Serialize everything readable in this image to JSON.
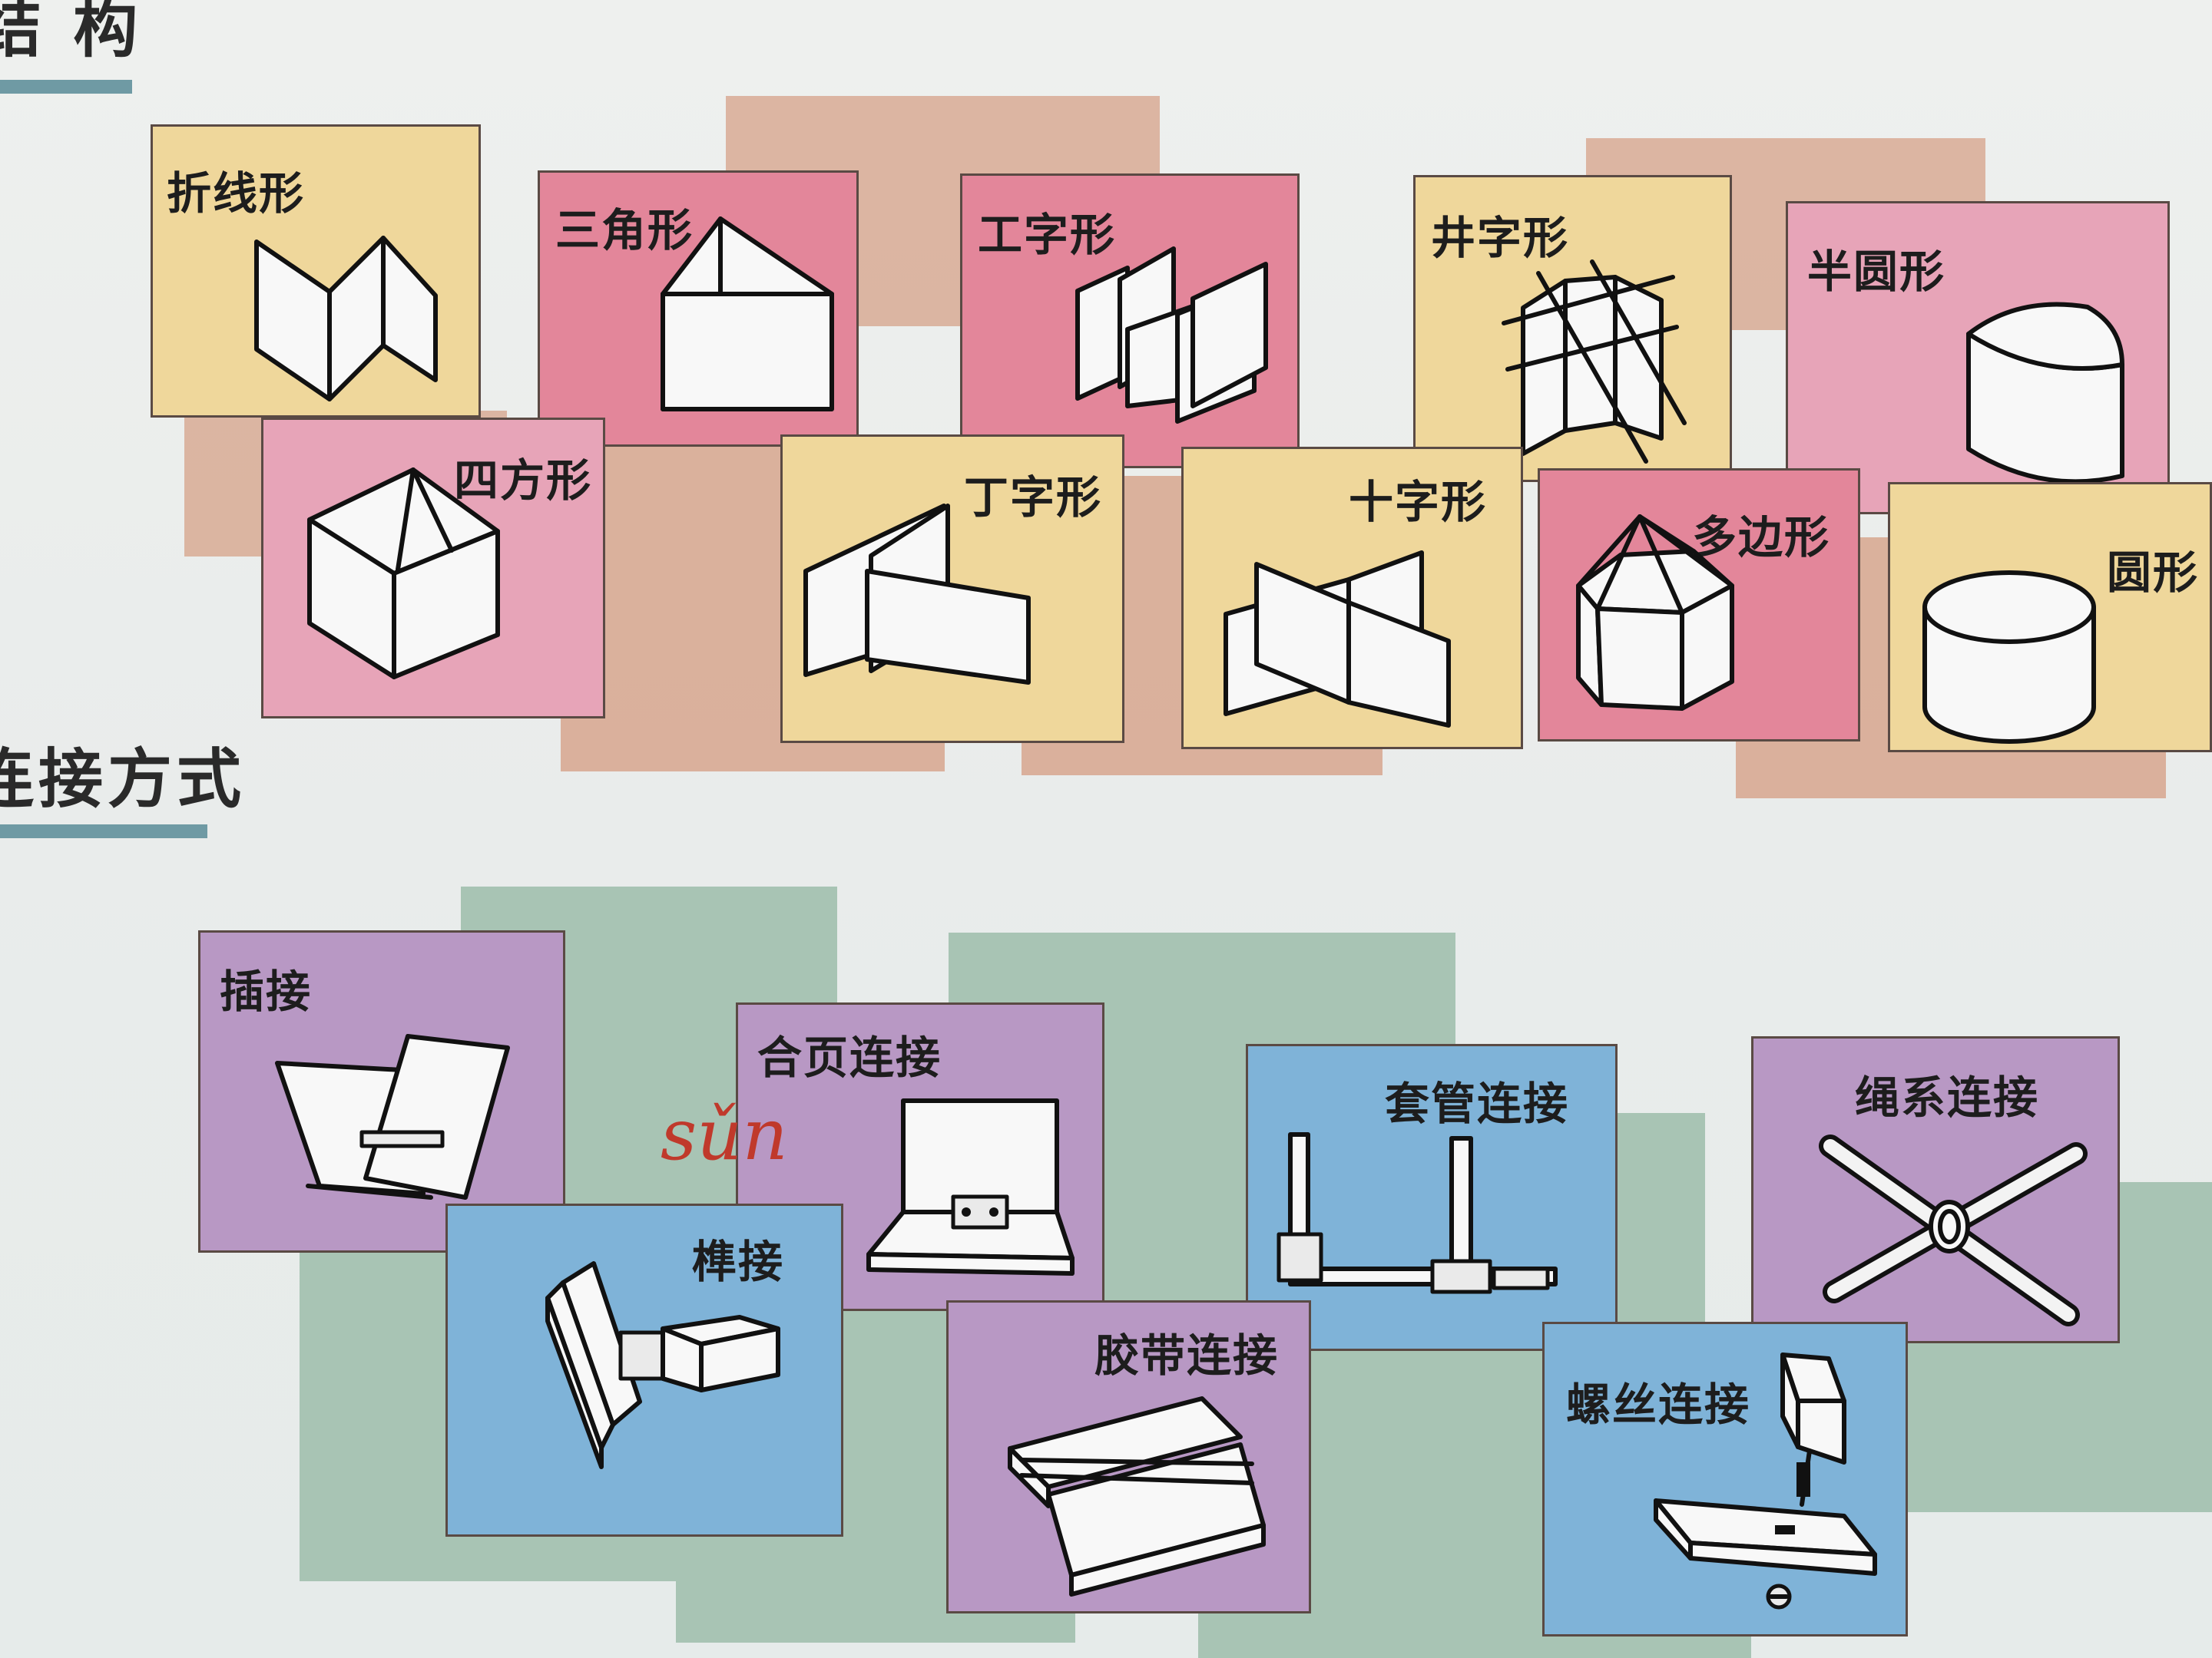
{
  "headings": {
    "structure": "结 构",
    "connection": "连接方式"
  },
  "structures": {
    "zhexian": "折线形",
    "sanjiao": "三角形",
    "gongzi": "工字形",
    "jingzi": "井字形",
    "banyuan": "半圆形",
    "sifang": "四方形",
    "dingzi": "丁字形",
    "shizi": "十字形",
    "duobian": "多边形",
    "yuan": "圆形"
  },
  "connections": {
    "chajie": "插接",
    "heye": "合页连接",
    "taoguan": "套管连接",
    "shengxi": "绳系连接",
    "sunjie": "榫接",
    "jiaodai": "胶带连接",
    "luosi": "螺丝连接"
  },
  "annotation": "sǔn",
  "colors": {
    "yellow": "#efd79b",
    "pink": "#e3869a",
    "light_pink": "#e7a4b8",
    "violet": "#b898c4",
    "blue": "#7fb3d8",
    "green": "#a8c4b4",
    "tan": "#d6a188",
    "heading_underline": "#6f9aa4"
  }
}
